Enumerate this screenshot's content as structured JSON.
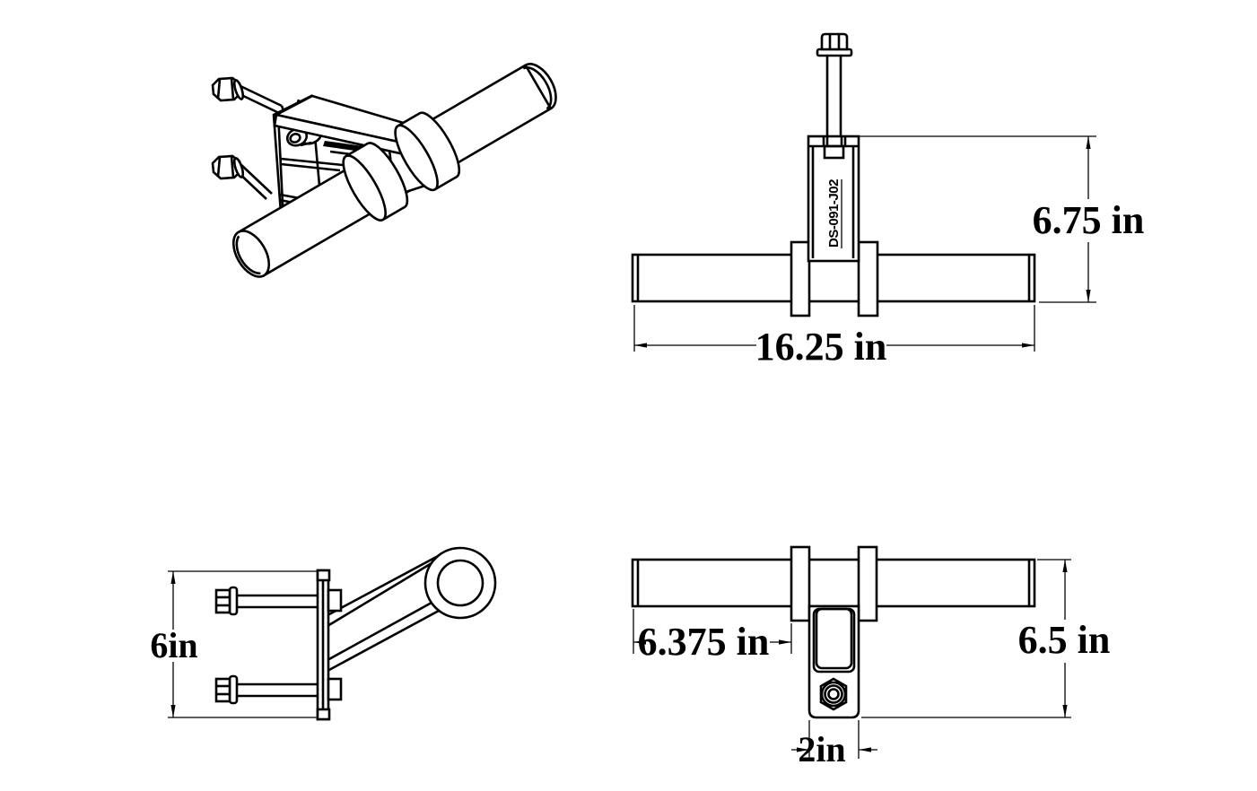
{
  "drawing": {
    "part_number": "DS-091-J02",
    "colors": {
      "line": "#000000",
      "background": "#ffffff"
    },
    "views": {
      "front": {
        "height_dim": "6.75 in",
        "length_dim": "16.25 in"
      },
      "side": {
        "height_dim": "6in"
      },
      "bottom": {
        "sleeve_dim": "6.375 in",
        "height_dim": "6.5 in",
        "tube_width_dim": "2in"
      }
    }
  }
}
